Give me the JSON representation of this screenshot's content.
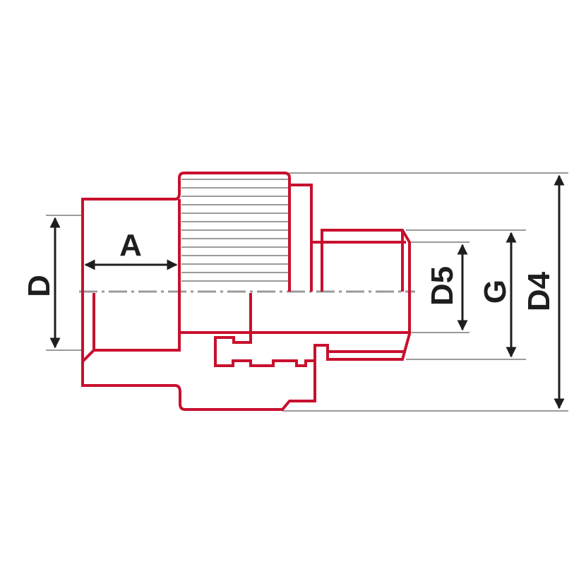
{
  "diagram": {
    "labels": {
      "A": "A",
      "D": "D",
      "D5": "D5",
      "G": "G",
      "D4": "D4"
    },
    "colors": {
      "part_outline": "#c8102e",
      "dimension_lines": "#9a9a9a",
      "arrows": "#1e1e1e"
    }
  }
}
